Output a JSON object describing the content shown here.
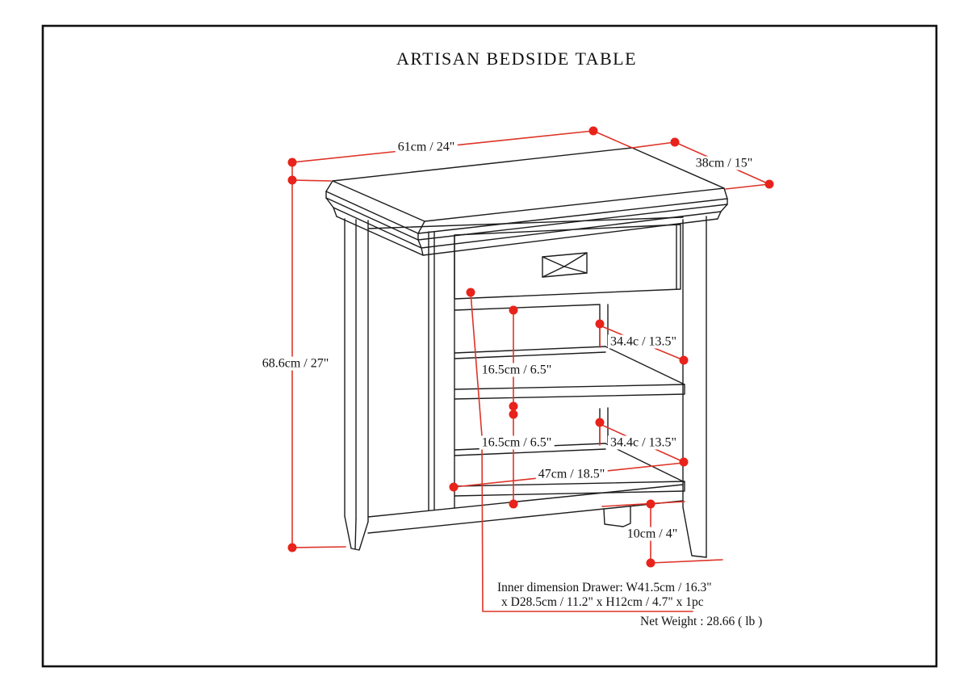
{
  "page": {
    "title": "ARTISAN BEDSIDE TABLE"
  },
  "dimensions": {
    "top_width": "61cm / 24\"",
    "top_depth": "38cm / 15\"",
    "overall_height": "68.6cm / 27\"",
    "upper_opening_height": "16.5cm / 6.5\"",
    "lower_opening_height": "16.5cm / 6.5\"",
    "upper_shelf_depth": "34.4c / 13.5\"",
    "lower_shelf_depth": "34.4c / 13.5\"",
    "shelf_width": "47cm / 18.5\"",
    "foot_clearance": "10cm / 4\""
  },
  "notes": {
    "drawer_line1": "Inner dimension Drawer: W41.5cm / 16.3\"",
    "drawer_line2": "x D28.5cm / 11.2\" x H12cm / 4.7\" x 1pc",
    "net_weight": "Net Weight : 28.66 ( lb )"
  },
  "colors": {
    "dimension_red": "#dd3327",
    "dot_red": "#e8231b",
    "line_black": "#1c1c1c"
  }
}
